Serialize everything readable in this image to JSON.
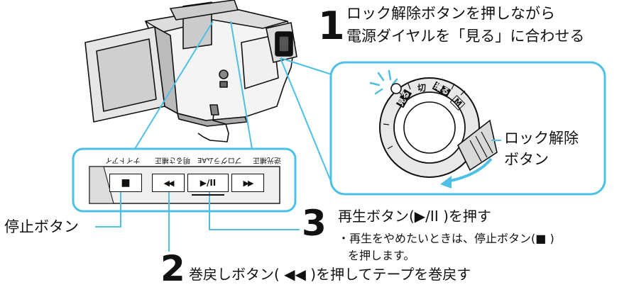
{
  "step1": {
    "number": "1",
    "line1": "ロック解除ボタンを押しながら",
    "line2": "電源ダイヤルを「見る」に合わせる"
  },
  "dial": {
    "labels": [
      "見る",
      "切",
      "撮る",
      "M"
    ],
    "lock_button_line1": "ロック解除",
    "lock_button_line2": "ボタン"
  },
  "panel": {
    "top_labels": [
      "ナイトアイ",
      "明るさ補正",
      "プログラムAE",
      "逆光補正"
    ],
    "buttons": [
      {
        "name": "stop",
        "glyph": "■"
      },
      {
        "name": "rewind",
        "glyph": "◀◀"
      },
      {
        "name": "play-pause",
        "glyph": "▶/II"
      },
      {
        "name": "fast-forward",
        "glyph": "▶▶"
      }
    ]
  },
  "stop_label": "停止ボタン",
  "step3": {
    "number": "3",
    "title": "再生ボタン(▶/II )を押す",
    "note_line1": "・再生をやめたいときは、停止ボタン(■ )",
    "note_line2": "を押します。"
  },
  "step2": {
    "number": "2",
    "text": "巻戻しボタン( ◀◀ )を押してテープを巻戻す"
  }
}
